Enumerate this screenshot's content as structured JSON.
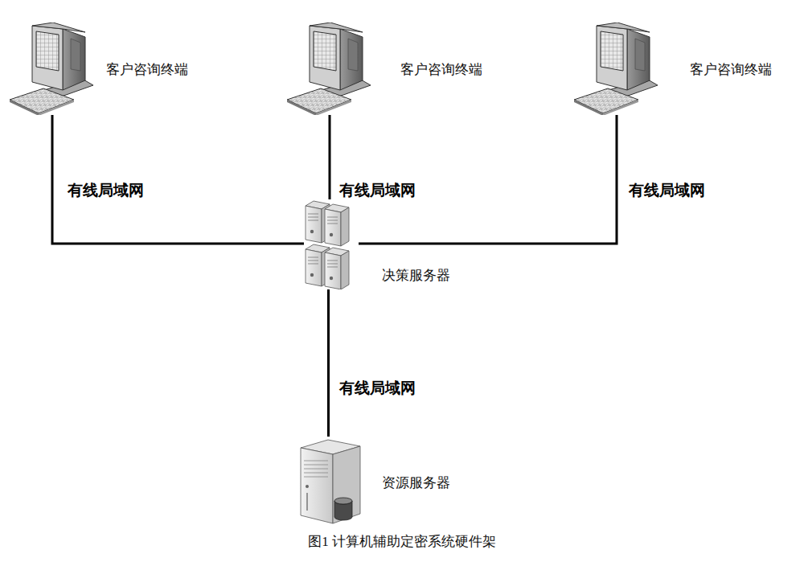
{
  "diagram": {
    "caption": "图1 计算机辅助定密系统硬件架",
    "nodes": [
      {
        "text": [
          "客户咨询终端"
        ]
      },
      {
        "text": [
          "客户咨询终端"
        ]
      },
      {
        "text": [
          "客户咨询终端"
        ]
      },
      {
        "text": [
          "决策服务器"
        ]
      },
      {
        "text": [
          "资源服务器"
        ]
      }
    ],
    "edges": [
      {
        "from": 0,
        "to": 3,
        "label": "有线局域网",
        "arrow": "none"
      },
      {
        "from": 1,
        "to": 3,
        "label": "有线局域网",
        "arrow": "none"
      },
      {
        "from": 2,
        "to": 3,
        "label": "有线局域网",
        "arrow": "none"
      },
      {
        "from": 3,
        "to": 4,
        "label": "有线局域网",
        "arrow": "none"
      }
    ]
  }
}
